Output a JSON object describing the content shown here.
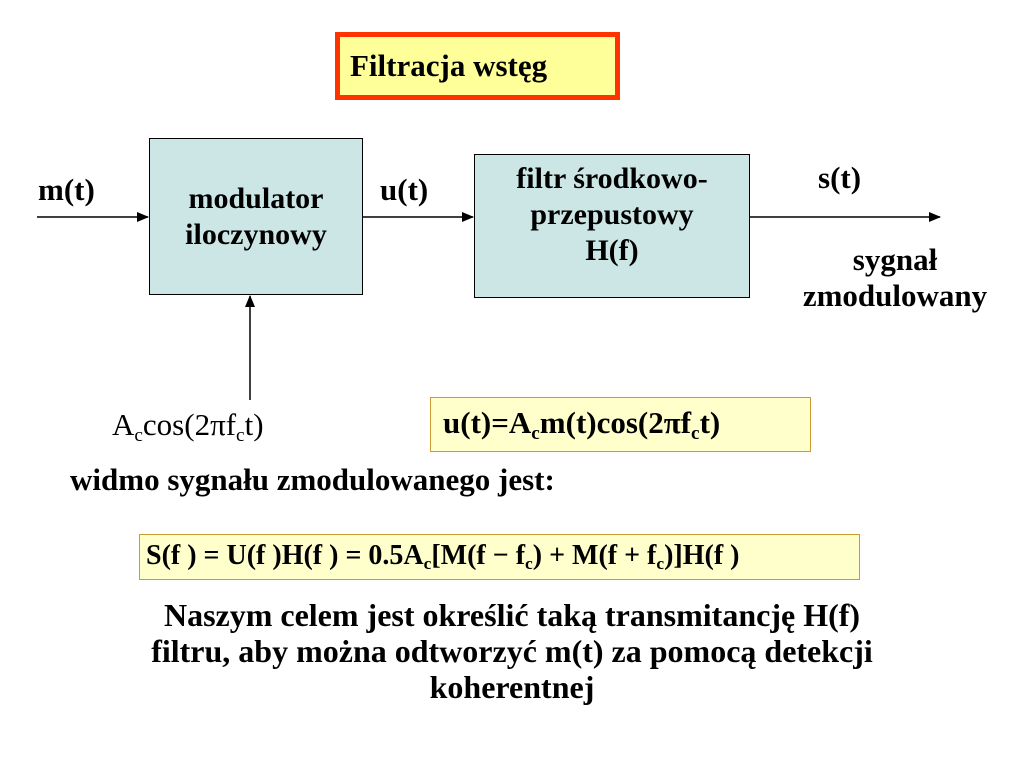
{
  "title": "Filtracja wstęg",
  "blocks": {
    "modulator": [
      "modulator",
      "iloczynowy"
    ],
    "filter": [
      "filtr środkowo-",
      "przepustowy",
      "H(f)"
    ]
  },
  "signals": {
    "input": "m(t)",
    "intermediate": "u(t)",
    "output": "s(t)",
    "output_desc": [
      "sygnał",
      "zmodulowany"
    ],
    "carrier": {
      "a": "A",
      "c1": "c",
      "mid": "cos(2πf",
      "c2": "c",
      "end": "t)"
    }
  },
  "formula_u": {
    "p1": "u(t)=A",
    "s1": "c",
    "p2": "m(t)cos(2πf",
    "s2": "c",
    "p3": "t)"
  },
  "spectrum_intro": "widmo sygnału zmodulowanego jest:",
  "formula_s": {
    "p1": "S(f ) = U(f )H(f ) = 0.5A",
    "s1": "c",
    "p2": "[M(f − f",
    "s2": "c",
    "p3": ") + M(f + f",
    "s3": "c",
    "p4": ")]H(f )"
  },
  "conclusion": [
    "Naszym celem jest określić taką transmitancję H(f)",
    "filtru, aby można odtworzyć m(t) za pomocą detekcji",
    "koherentnej"
  ],
  "colors": {
    "title_border": "#ff3300",
    "title_fill": "#ffff99",
    "block_fill": "#cce6e6",
    "formula_fill": "#ffffcc",
    "formula_border": "#cc9933"
  }
}
